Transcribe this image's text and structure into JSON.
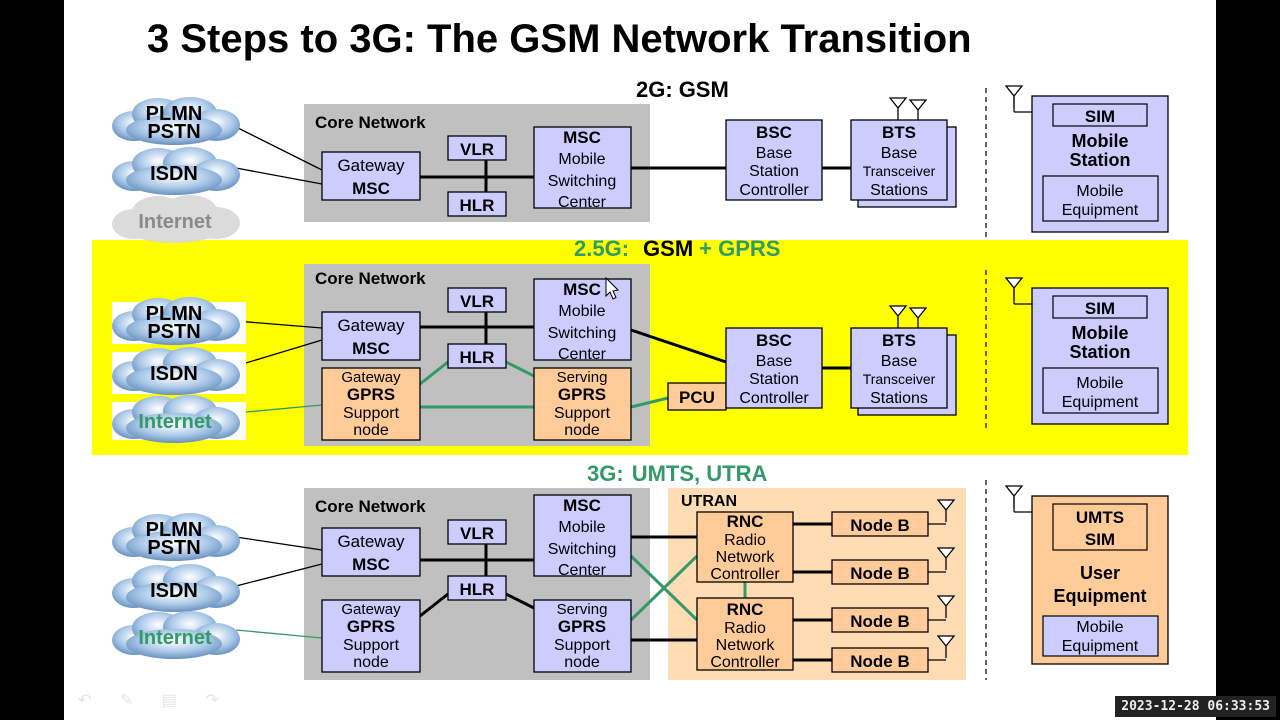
{
  "title": "3 Steps to 3G: The GSM Network Transition",
  "timestamp": "2023-12-28 06:33:53",
  "colors": {
    "highlight": "#ffff00",
    "core_bg": "#c0c0c0",
    "node_fill": "#ccccff",
    "gprs_fill": "#ffcc99",
    "utran_bg": "#ffdcb4",
    "green_link": "#339966",
    "green_text": "#339966"
  },
  "labels": {
    "core_network": "Core Network",
    "vlr": "VLR",
    "hlr": "HLR",
    "gateway": "Gateway",
    "msc": "MSC",
    "mobile": "Mobile",
    "switching": "Switching",
    "center": "Center",
    "gprs": "GPRS",
    "support": "Support",
    "node": "node",
    "serving": "Serving",
    "bsc": "BSC",
    "base": "Base",
    "station": "Station",
    "controller": "Controller",
    "bts": "BTS",
    "transceiver": "Transceiver",
    "stations": "Stations",
    "pcu": "PCU",
    "sim": "SIM",
    "mobile_station_1": "Mobile",
    "mobile_station_2": "Station",
    "mobile_equipment_1": "Mobile",
    "mobile_equipment_2": "Equipment",
    "plmn": "PLMN",
    "pstn": "PSTN",
    "isdn": "ISDN",
    "internet": "Internet",
    "utran": "UTRAN",
    "rnc": "RNC",
    "radio": "Radio",
    "network": "Network",
    "node_b": "Node B",
    "umts": "UMTS",
    "user": "User",
    "equipment": "Equipment"
  },
  "sections": {
    "gsm": {
      "gen": "2G:",
      "tech": "GSM"
    },
    "gprs": {
      "gen": "2.5G:",
      "tech": "GSM",
      "plus": "+ GPRS"
    },
    "umts": {
      "gen": "3G:",
      "tech": "UMTS, UTRA"
    }
  }
}
